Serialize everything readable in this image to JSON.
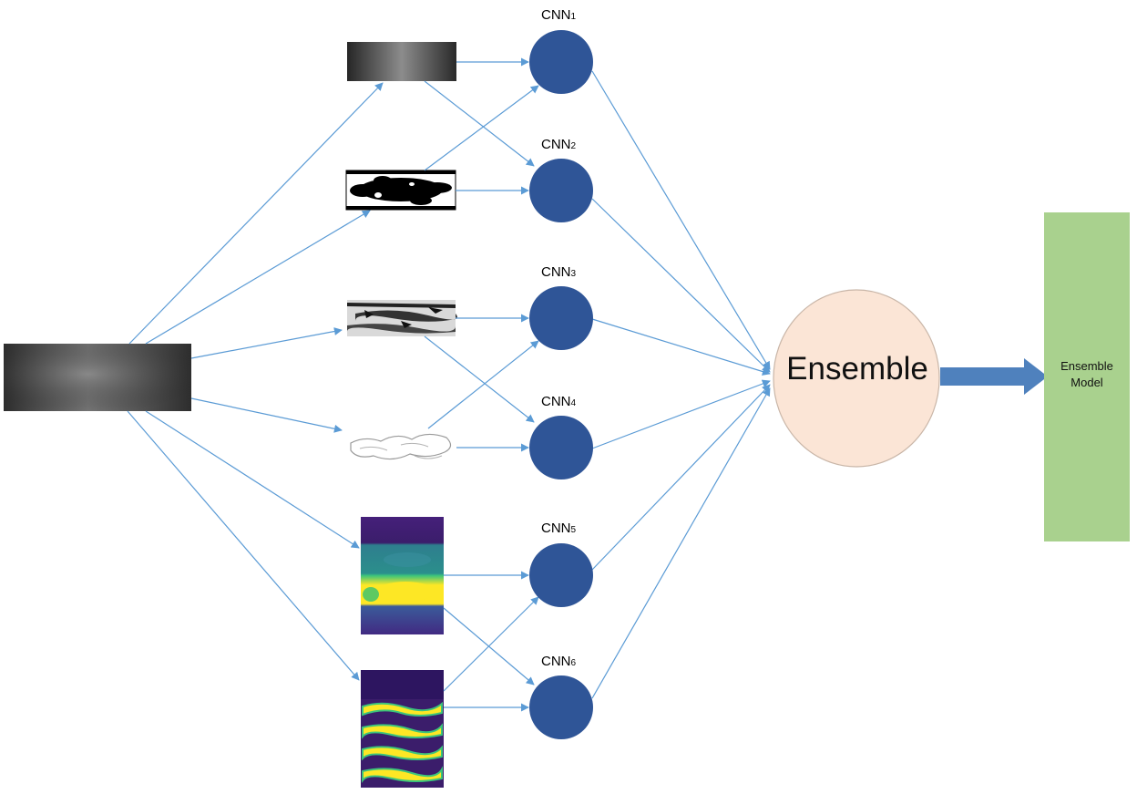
{
  "diagram": {
    "input_image": "grayscale-strip",
    "cnns": [
      {
        "base": "CNN",
        "sub": "1"
      },
      {
        "base": "CNN",
        "sub": "2"
      },
      {
        "base": "CNN",
        "sub": "3"
      },
      {
        "base": "CNN",
        "sub": "4"
      },
      {
        "base": "CNN",
        "sub": "5"
      },
      {
        "base": "CNN",
        "sub": "6"
      }
    ],
    "ensemble_label": "Ensemble",
    "model_label_line1": "Ensemble",
    "model_label_line2": "Model",
    "colors": {
      "arrow": "#5b9bd5",
      "cnn_node": "#2f5597",
      "ensemble_fill": "#fbe5d6",
      "ensemble_stroke": "#c9b6a8",
      "model_fill": "#a9d18e",
      "big_arrow": "#4f81bd"
    }
  }
}
